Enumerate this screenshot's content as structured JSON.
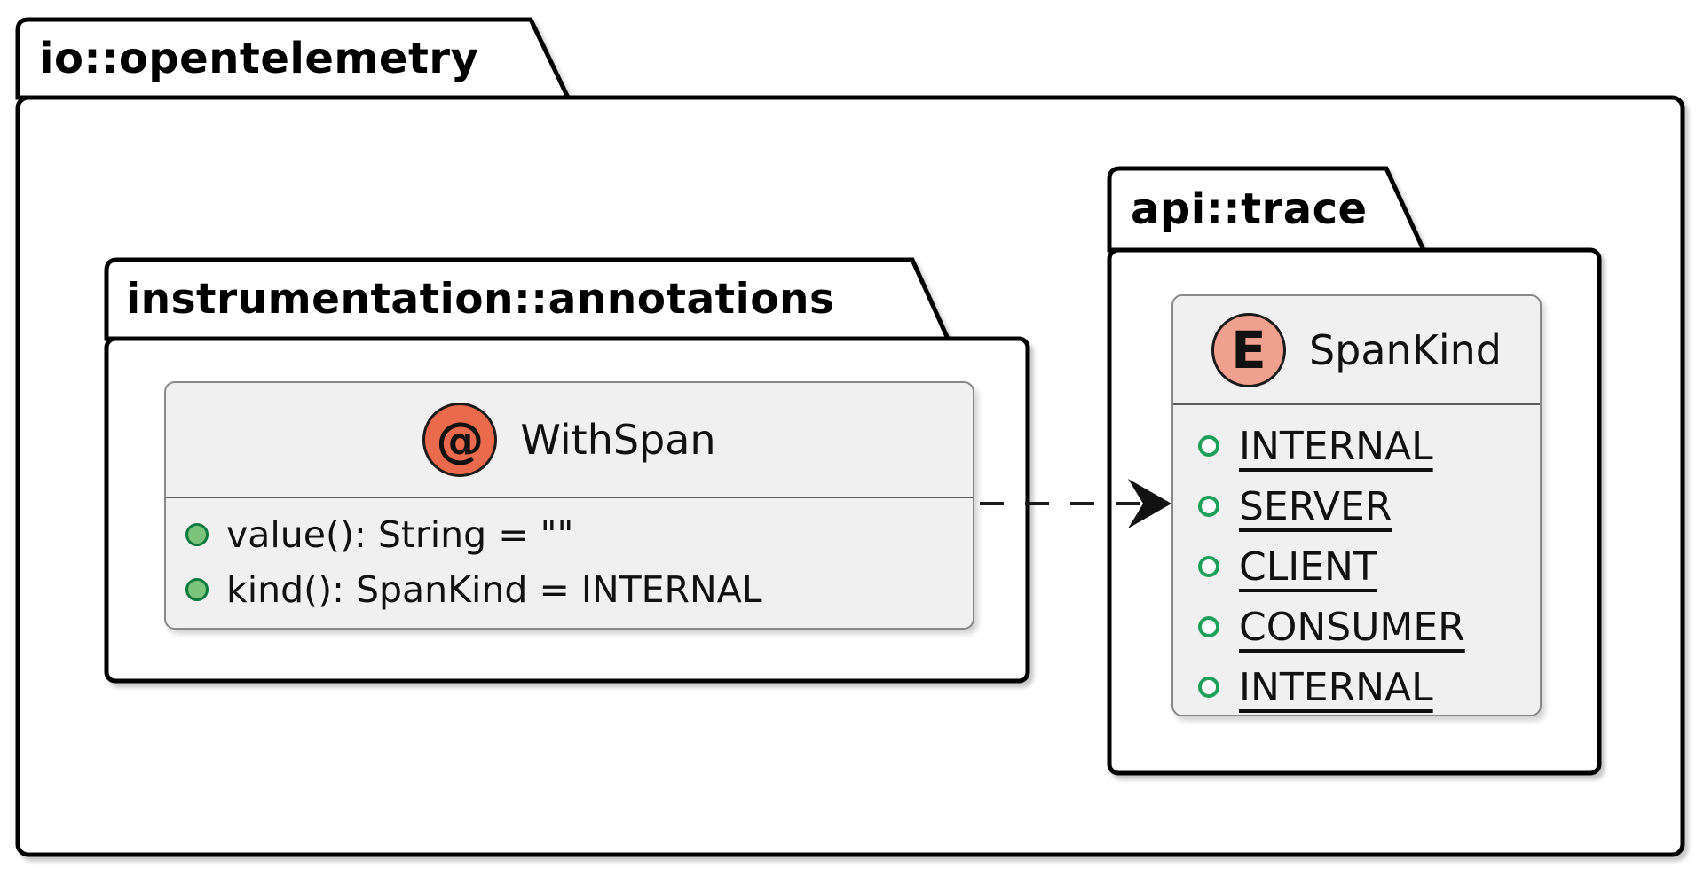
{
  "diagram": {
    "kind": "uml-package-diagram",
    "root": "io::opentelemetry"
  },
  "packages": {
    "outer": {
      "name": "io::opentelemetry"
    },
    "instrumentation": {
      "name": "instrumentation::annotations"
    },
    "api": {
      "name": "api::trace"
    }
  },
  "with_span": {
    "stereotype_letter": "@",
    "stereotype": "annotation",
    "name": "WithSpan",
    "members": [
      {
        "label": "value(): String = \"\""
      },
      {
        "label": "kind(): SpanKind = INTERNAL"
      }
    ]
  },
  "span_kind": {
    "stereotype_letter": "E",
    "stereotype": "enum",
    "name": "SpanKind",
    "constants": [
      {
        "label": "INTERNAL"
      },
      {
        "label": "SERVER"
      },
      {
        "label": "CLIENT"
      },
      {
        "label": "CONSUMER"
      },
      {
        "label": "INTERNAL"
      }
    ]
  },
  "relations": [
    {
      "from": "WithSpan",
      "to": "SpanKind",
      "line": "dashed",
      "arrowhead": "open-chevron"
    }
  ],
  "colors": {
    "background": "#FFFFFF",
    "package_border": "#000000",
    "box_fill": "#F0F0F0",
    "box_border": "#888888",
    "annotation_spot": "#E96A4C",
    "enum_spot": "#F0A08E",
    "method_icon_fill": "#7CC47C",
    "method_icon_border": "#0E7A3E",
    "enum_icon_border": "#1FA05A"
  }
}
